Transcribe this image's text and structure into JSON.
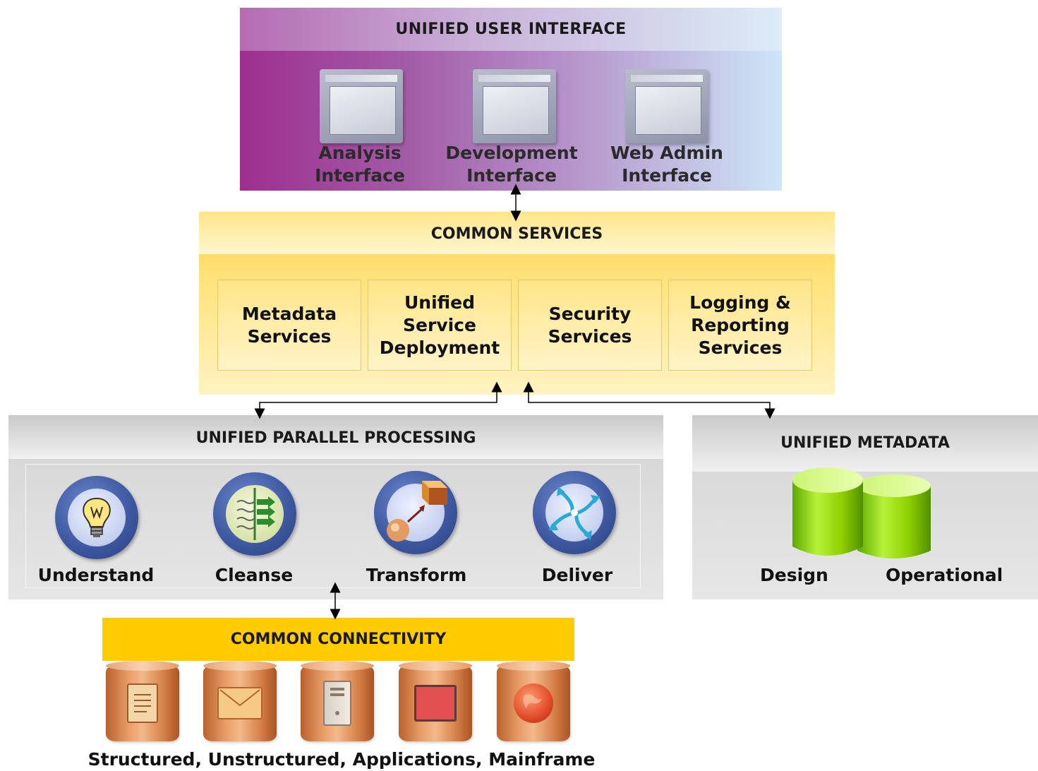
{
  "unified_user_interface": {
    "title": "UNIFIED USER INTERFACE",
    "items": [
      {
        "label_line1": "Analysis",
        "label_line2": "Interface",
        "icon": "window-icon"
      },
      {
        "label_line1": "Development",
        "label_line2": "Interface",
        "icon": "window-icon"
      },
      {
        "label_line1": "Web Admin",
        "label_line2": "Interface",
        "icon": "window-icon"
      }
    ]
  },
  "common_services": {
    "title": "COMMON SERVICES",
    "items": [
      {
        "label": "Metadata\nServices"
      },
      {
        "label": "Unified\nService\nDeployment"
      },
      {
        "label": "Security\nServices"
      },
      {
        "label": "Logging &\nReporting\nServices"
      }
    ]
  },
  "unified_parallel_processing": {
    "title": "UNIFIED PARALLEL PROCESSING",
    "items": [
      {
        "label": "Understand",
        "icon": "lightbulb-icon"
      },
      {
        "label": "Cleanse",
        "icon": "filter-arrows-icon"
      },
      {
        "label": "Transform",
        "icon": "cube-sphere-icon"
      },
      {
        "label": "Deliver",
        "icon": "swirl-arrows-icon"
      }
    ]
  },
  "unified_metadata": {
    "title": "UNIFIED METADATA",
    "items": [
      {
        "label": "Design"
      },
      {
        "label": "Operational"
      }
    ],
    "icon": "database-cylinders-icon",
    "color": "#8fd000"
  },
  "common_connectivity": {
    "title": "COMMON CONNECTIVITY",
    "caption": "Structured, Unstructured, Applications, Mainframe",
    "sources": [
      {
        "icon": "document-icon"
      },
      {
        "icon": "envelope-icon"
      },
      {
        "icon": "server-tower-icon"
      },
      {
        "icon": "monitor-icon"
      },
      {
        "icon": "globe-icon"
      }
    ],
    "color": "#ffcc00"
  }
}
